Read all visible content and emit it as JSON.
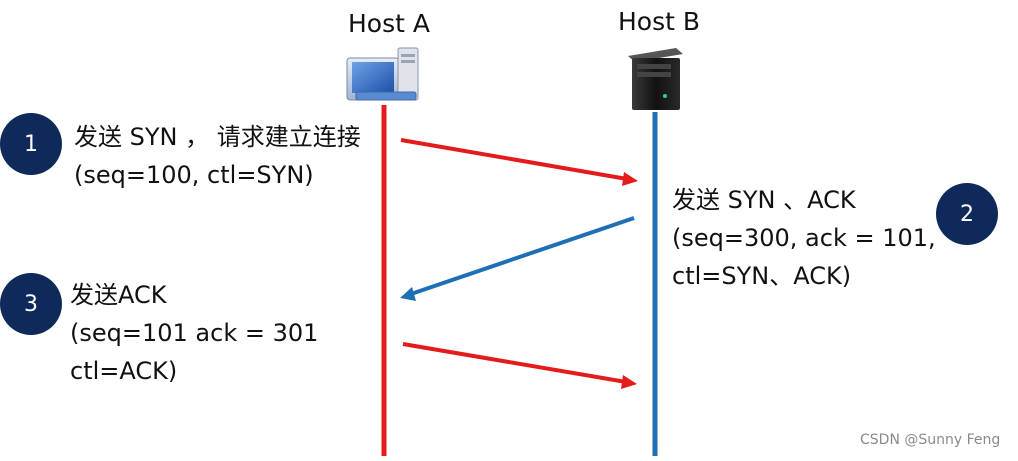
{
  "hosts": {
    "a": {
      "label": "Host A",
      "icon": "desktop-computer-icon",
      "line_color": "#e41b1b"
    },
    "b": {
      "label": "Host B",
      "icon": "server-tower-icon",
      "line_color": "#1f6fb5"
    }
  },
  "steps": [
    {
      "number": "1",
      "lines": [
        "发送 SYN ， 请求建立连接",
        "(seq=100, ctl=SYN)"
      ],
      "arrow_color": "#e41b1b",
      "direction": "A→B"
    },
    {
      "number": "2",
      "lines": [
        "发送 SYN 、ACK",
        "(seq=300, ack = 101,",
        "ctl=SYN、ACK)"
      ],
      "arrow_color": "#1f6fb5",
      "direction": "B→A"
    },
    {
      "number": "3",
      "lines": [
        "发送ACK",
        "(seq=101 ack = 301",
        "ctl=ACK)"
      ],
      "arrow_color": "#e41b1b",
      "direction": "A→B"
    }
  ],
  "badge_color": "#0f2a5a",
  "watermark": "CSDN @Sunny Feng"
}
